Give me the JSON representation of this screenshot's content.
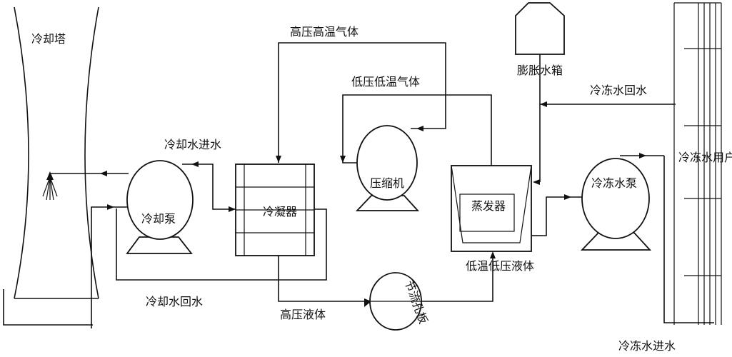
{
  "labels": {
    "cooling_tower": "冷却塔",
    "cooling_water_in": "冷却水进水",
    "cooling_pump": "冷却泵",
    "condenser": "冷凝器",
    "hp_ht_gas": "高压高温气体",
    "lp_lt_gas": "低压低温气体",
    "compressor": "压缩机",
    "expansion_tank": "膨胀水箱",
    "chilled_return": "冷冻水回水",
    "evaporator": "蒸发器",
    "chilled_pump": "冷冻水泵",
    "chilled_user": "冷冻水用户",
    "lt_lp_liquid": "低温低压液体",
    "cooling_water_return": "冷却水回水",
    "hp_liquid": "高压液体",
    "throttle_valve": "节流孔板",
    "chilled_water_in": "冷冻水进水"
  }
}
